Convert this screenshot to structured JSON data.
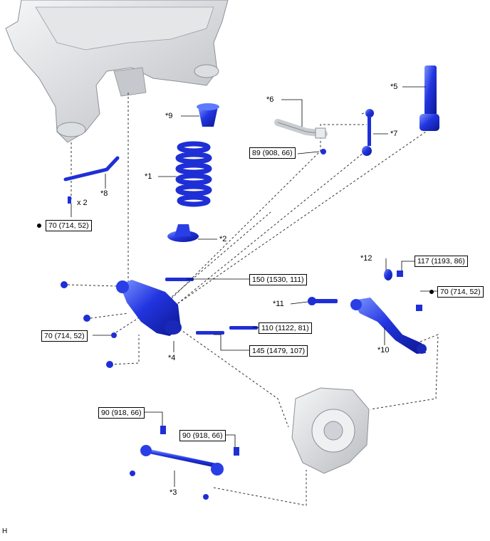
{
  "part_labels": {
    "p1": "*1",
    "p2": "*2",
    "p3": "*3",
    "p4": "*4",
    "p5": "*5",
    "p6": "*6",
    "p7": "*7",
    "p8": "*8",
    "p9": "*9",
    "p10": "*10",
    "p11": "*11",
    "p12": "*12"
  },
  "torques": {
    "t_stab_nut": "89 (908, 66)",
    "t_bracket": "70 (714, 52)",
    "t_lower_front": "150 (1530, 111)",
    "t_lower_left": "70 (714, 52)",
    "t_lower_mid": "110 (1122, 81)",
    "t_lower_bottom": "145 (1479, 107)",
    "t_arm_top": "117 (1193, 86)",
    "t_arm_right": "70 (714, 52)",
    "t_link_left": "90 (918, 66)",
    "t_link_right": "90 (918, 66)"
  },
  "quantity_label": "x 2",
  "figure_code": "H",
  "colors": {
    "part_blue": "#1f2fd6",
    "part_light": "#5d7bff",
    "frame_gray": "#cfd2d6"
  }
}
